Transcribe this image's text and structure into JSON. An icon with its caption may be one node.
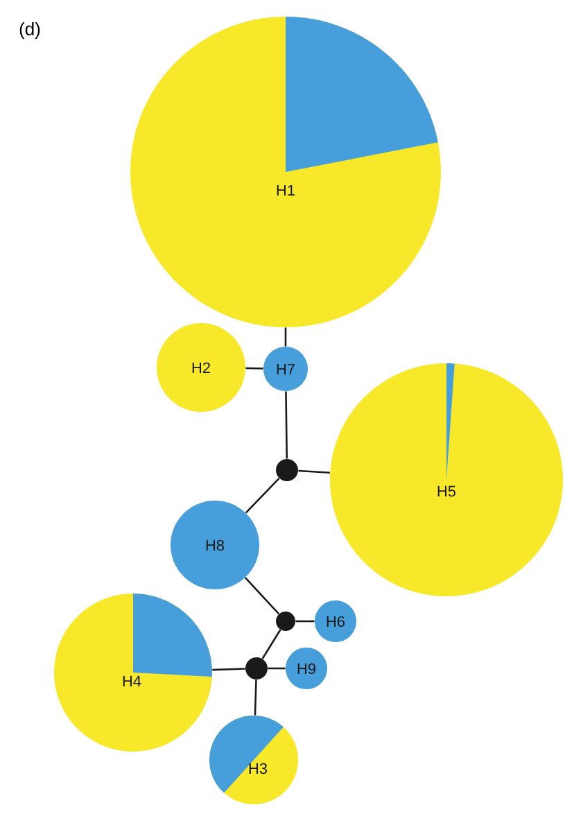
{
  "diagram": {
    "nodes": [
      {
        "text": [
          "H1"
        ]
      },
      {
        "text": [
          "H2"
        ]
      },
      {
        "text": [
          "H7"
        ]
      },
      {
        "text": [],
        "shape": "circle"
      },
      {
        "text": [
          "H5"
        ]
      },
      {
        "text": [
          "H8"
        ]
      },
      {
        "text": [],
        "shape": "circle"
      },
      {
        "text": [
          "H6"
        ]
      },
      {
        "text": [
          "H9"
        ]
      },
      {
        "text": [],
        "shape": "circle"
      },
      {
        "text": [
          "H4"
        ]
      },
      {
        "text": [
          "H3"
        ]
      }
    ],
    "edges": [
      {
        "from": 0,
        "to": 2,
        "arrow": "none"
      },
      {
        "from": 1,
        "to": 2,
        "arrow": "none"
      },
      {
        "from": 2,
        "to": 3,
        "arrow": "none"
      },
      {
        "from": 3,
        "to": 4,
        "arrow": "none"
      },
      {
        "from": 3,
        "to": 5,
        "arrow": "none"
      },
      {
        "from": 5,
        "to": 6,
        "arrow": "none"
      },
      {
        "from": 6,
        "to": 7,
        "arrow": "none"
      },
      {
        "from": 6,
        "to": 9,
        "arrow": "none"
      },
      {
        "from": 9,
        "to": 8,
        "arrow": "none"
      },
      {
        "from": 9,
        "to": 10,
        "arrow": "none"
      },
      {
        "from": 9,
        "to": 11,
        "arrow": "none"
      }
    ],
    "labels": [
      "(d)"
    ]
  }
}
